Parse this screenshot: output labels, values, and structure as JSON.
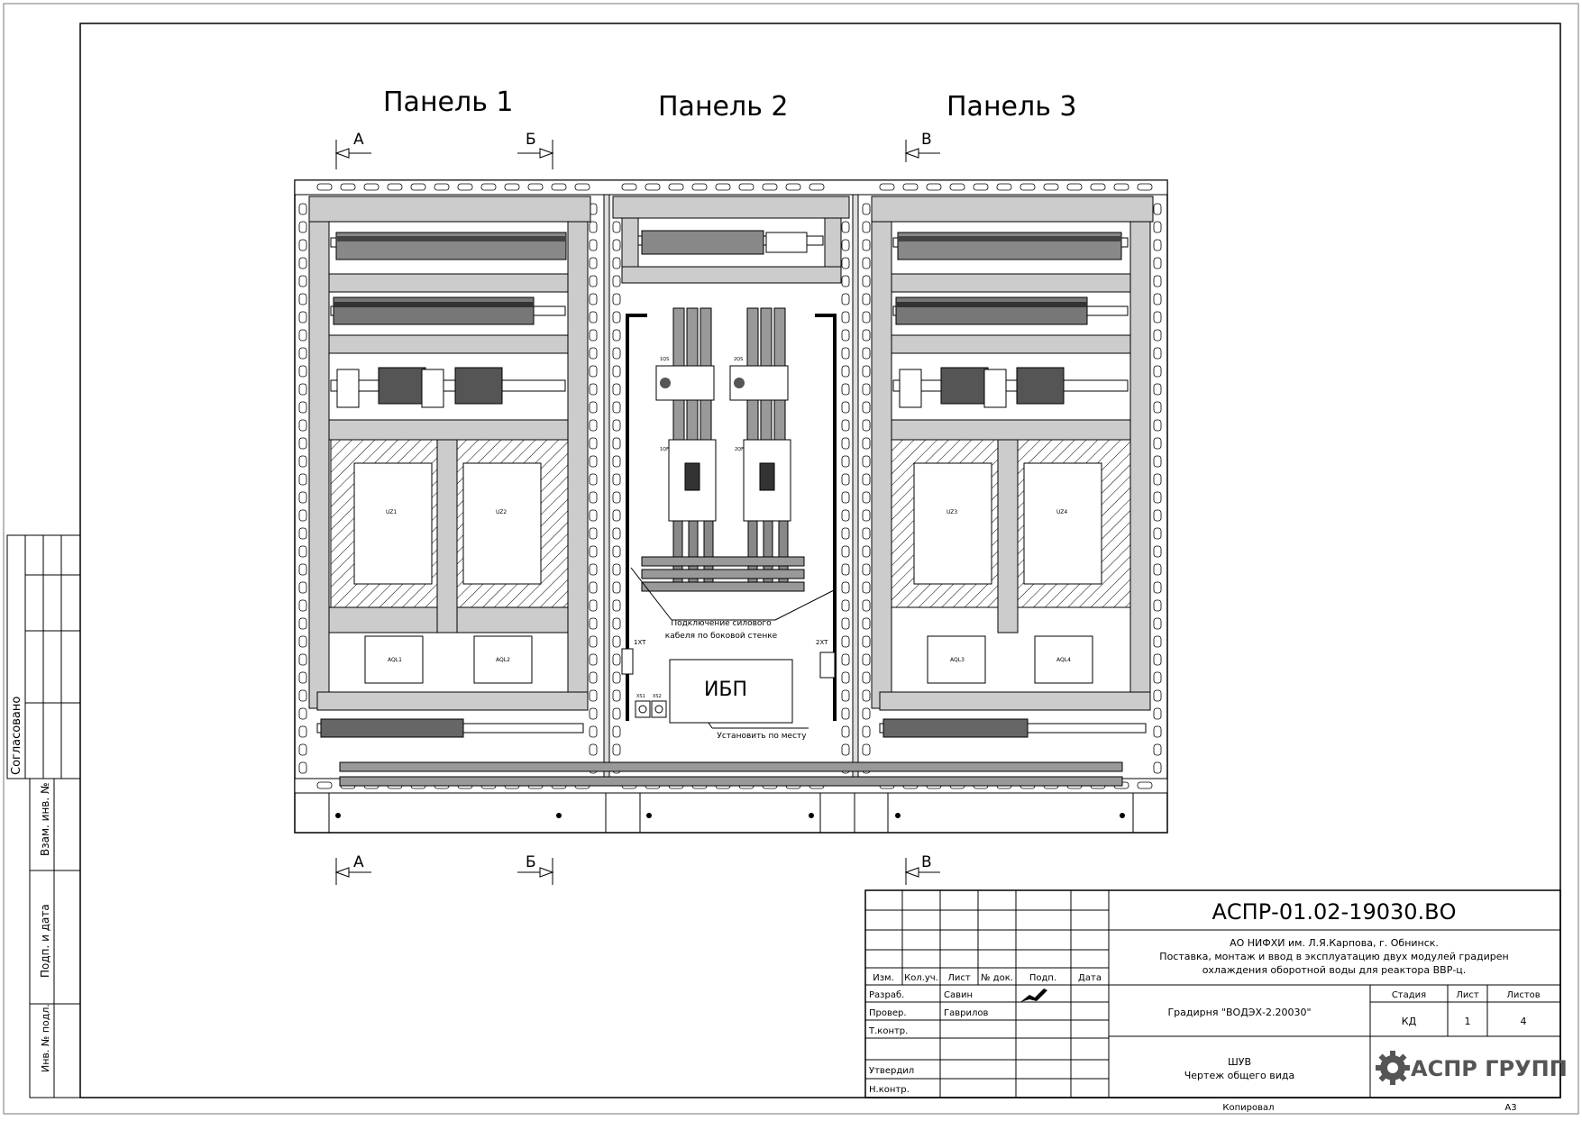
{
  "panels": [
    {
      "title": "Панель 1"
    },
    {
      "title": "Панель 2"
    },
    {
      "title": "Панель 3"
    }
  ],
  "section_marks": {
    "a": "А",
    "b": "Б",
    "v": "В"
  },
  "panel1": {
    "vfd1": "UZ1",
    "vfd2": "UZ2",
    "choke1": "AQL1",
    "choke2": "AQL2"
  },
  "panel3": {
    "vfd3": "UZ3",
    "vfd4": "UZ4",
    "choke3": "AQL3",
    "choke4": "AQL4"
  },
  "panel2": {
    "ups_label": "ИБП",
    "cable_note_line1": "Подключение силового",
    "cable_note_line2": "кабеля по боковой стенке",
    "ups_note": "Установить по месту",
    "terminal_left": "1XT",
    "terminal_right": "2XT",
    "socket1": "XS1",
    "socket2": "XS2",
    "switch1": "1QS",
    "switch2": "2QS",
    "breaker1": "1QF",
    "breaker2": "2QF"
  },
  "left_strip": {
    "agreed": "Согласовано",
    "swap_inv": "Взам. инв. №",
    "sign_date": "Подп. и дата",
    "inv_orig": "Инв. № подл."
  },
  "title_block": {
    "doc_code": "АСПР-01.02-19030.ВО",
    "org_line1": "АО НИФХИ им. Л.Я.Карпова, г. Обнинск.",
    "org_line2": "Поставка, монтаж и ввод в эксплуатацию двух модулей градирен",
    "org_line3": "охлаждения оборотной воды для реактора ВВР-ц.",
    "object": "Градирня \"ВОДЭХ-2.20030\"",
    "drawing_title1": "ШУВ",
    "drawing_title2": "Чертеж общего вида",
    "headers": {
      "izm": "Изм.",
      "kol": "Кол.уч.",
      "list": "Лист",
      "ndoc": "№ док.",
      "podp": "Подп.",
      "data": "Дата"
    },
    "roles": [
      "Разраб.",
      "Провер.",
      "Т.контр.",
      "",
      "Утвердил",
      "Н.контр."
    ],
    "names": [
      "Савин",
      "Гаврилов",
      "",
      "",
      "",
      ""
    ],
    "stage_label": "Стадия",
    "sheet_label": "Лист",
    "sheets_label": "Листов",
    "stage": "КД",
    "sheet": "1",
    "sheets": "4",
    "company": "АСПР ГРУПП",
    "copied": "Копировал",
    "format": "А3"
  }
}
